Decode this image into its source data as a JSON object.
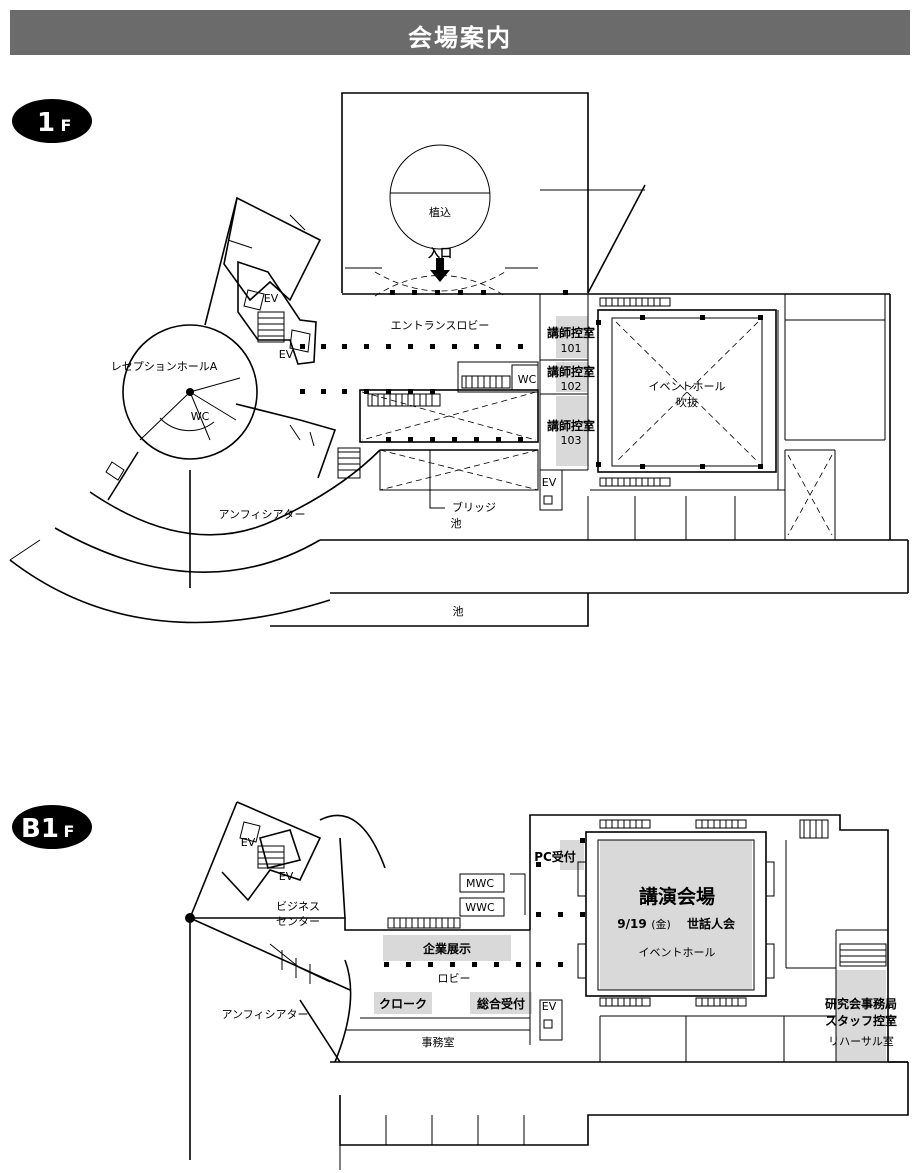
{
  "header": {
    "title": "会場案内"
  },
  "floor_1f": {
    "badge_main": "1",
    "badge_sub": "F",
    "labels": {
      "planting": "植込",
      "entrance": "入口",
      "entrance_lobby": "エントランスロビー",
      "reception_hall": "レセプションホールA",
      "wc_1": "WC",
      "wc_2": "WC",
      "ev_1": "EV",
      "ev_2": "EV",
      "ev_3": "EV",
      "amphitheater": "アンフィシアター",
      "bridge": "ブリッジ",
      "pond_1": "池",
      "pond_2": "池",
      "speaker_room_101": "講師控室",
      "speaker_room_101_no": "101",
      "speaker_room_102": "講師控室",
      "speaker_room_102_no": "102",
      "speaker_room_103": "講師控室",
      "speaker_room_103_no": "103",
      "event_hall": "イベントホール",
      "atrium": "吹抜"
    }
  },
  "floor_b1f": {
    "badge_main": "B1",
    "badge_sub": "F",
    "labels": {
      "ev_1": "EV",
      "ev_2": "EV",
      "ev_3": "EV",
      "business_center_1": "ビジネス",
      "business_center_2": "センター",
      "mwc": "MWC",
      "wwc": "WWC",
      "pc_reception": "PC受付",
      "lecture_hall": "講演会場",
      "date_prefix": "9/19",
      "date_day": "(金)",
      "social_committee": "世話人会",
      "event_hall": "イベントホール",
      "corporate_exhibit": "企業展示",
      "lobby": "ロビー",
      "cloak": "クローク",
      "general_reception": "総合受付",
      "amphitheater": "アンフィシアター",
      "office": "事務室",
      "secretariat_1": "研究会事務局",
      "secretariat_2": "スタッフ控室",
      "rehearsal_room": "リハーサル室"
    }
  }
}
